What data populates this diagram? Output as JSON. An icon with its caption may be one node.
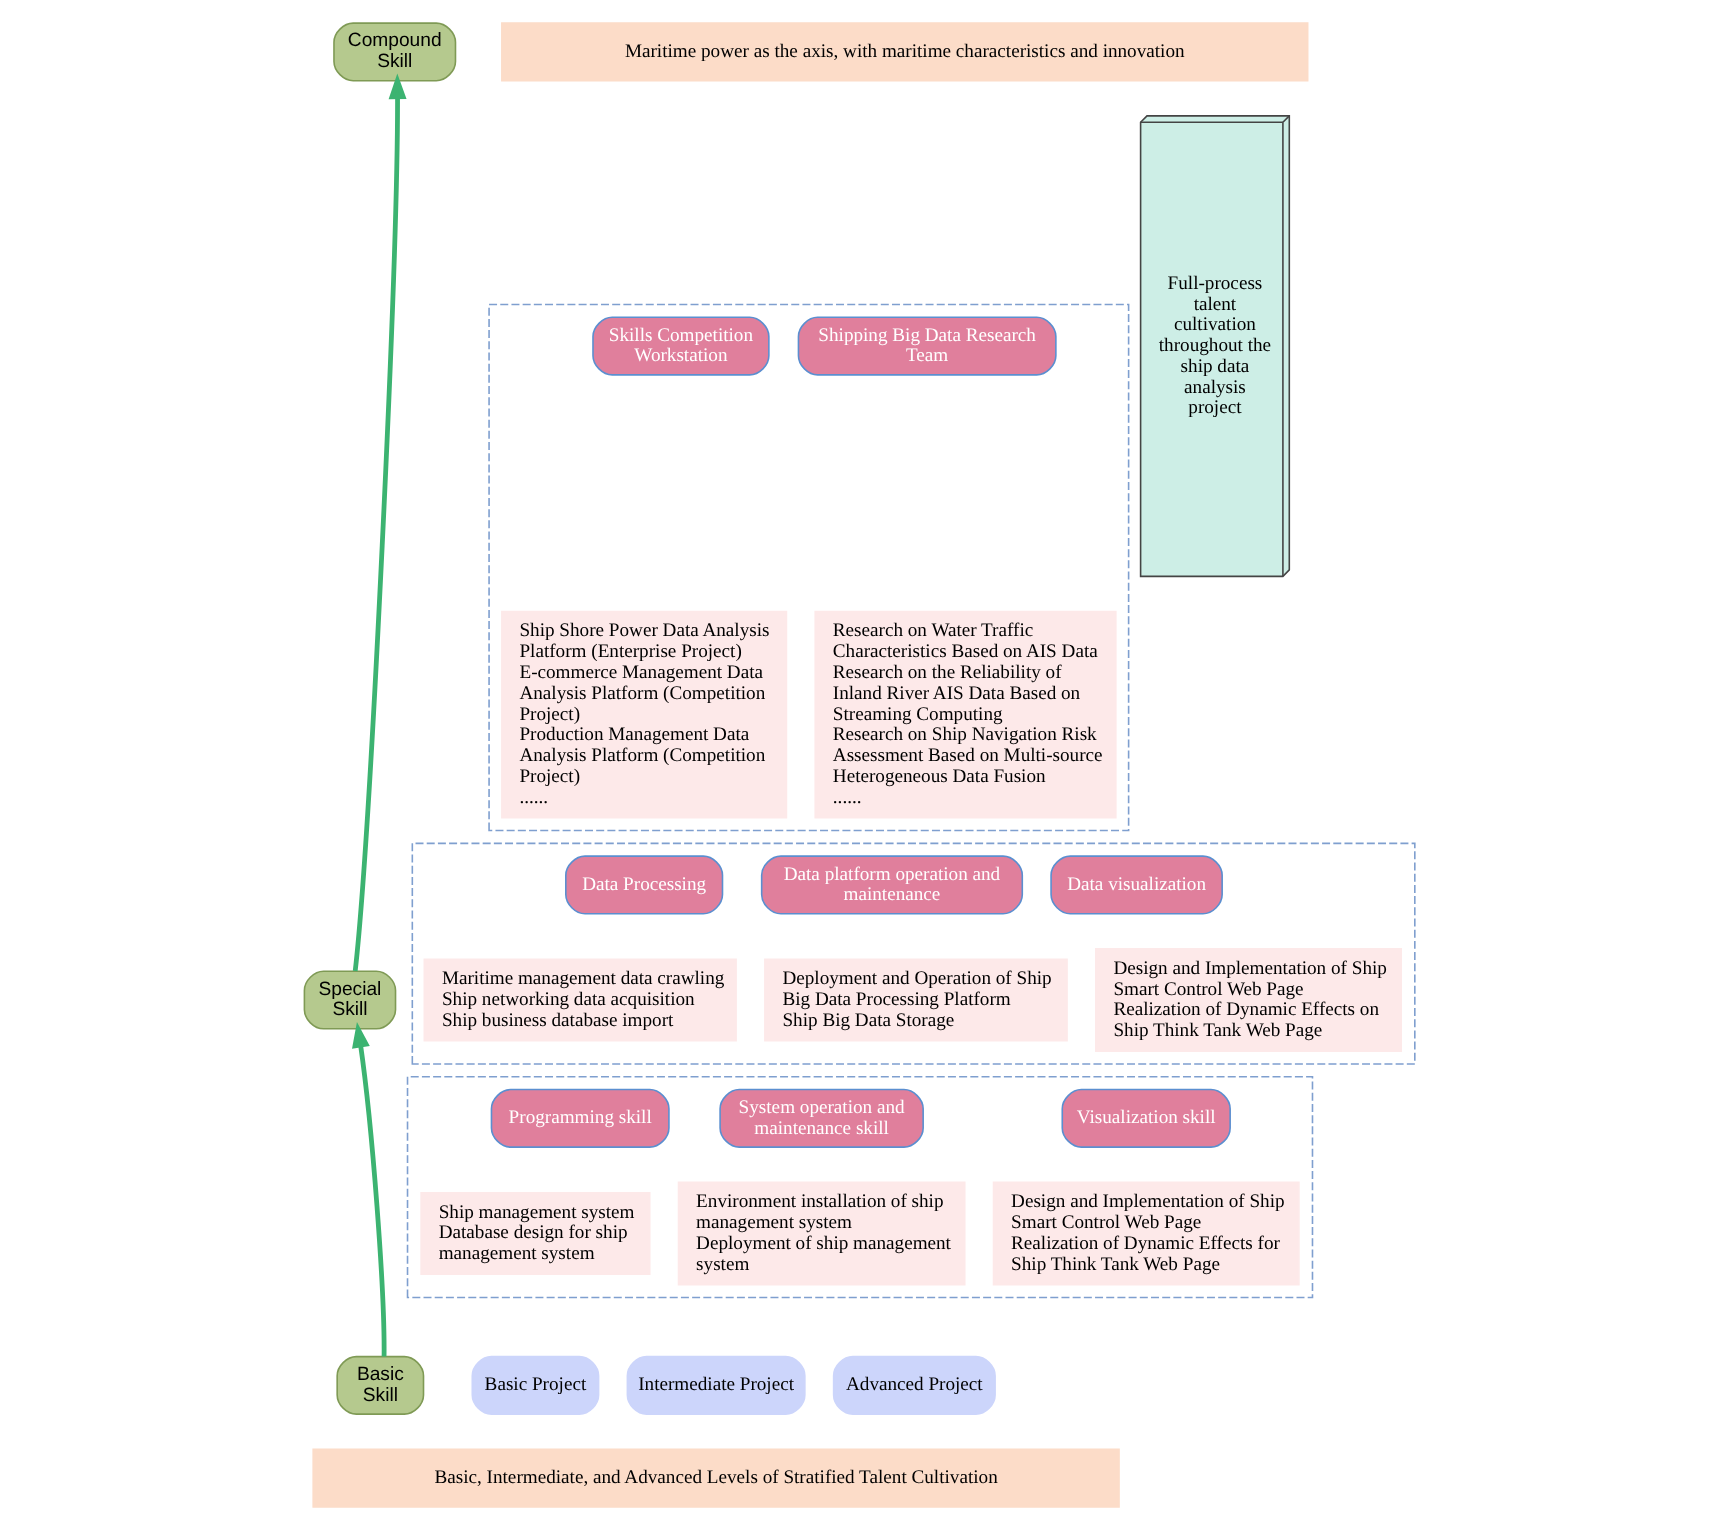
{
  "diagram": {
    "nodes": [
      {
        "text": [
          "Compound Skill"
        ]
      },
      {
        "text": [
          "Special Skill"
        ]
      },
      {
        "text": [
          "Basic Skill"
        ]
      },
      {
        "text": [
          "Maritime power as the axis, with maritime characteristics and innovation"
        ]
      },
      {
        "text": [],
        "shape": "box"
      },
      {
        "text": [
          "Skills Competition Workstation"
        ],
        "in": 4
      },
      {
        "text": [
          "Ship Shore Power Data Analysis Platform (Enterprise Project)",
          "E-commerce Management Data Analysis Platform (Competition Project)",
          "Production Management Data Analysis Platform (Competition Project)",
          "......"
        ],
        "in": 4
      },
      {
        "text": [
          "Shipping Big Data Research Team"
        ],
        "in": 4
      },
      {
        "text": [
          "Research on Water Traffic Characteristics Based on AIS Data",
          "Research on the Reliability of Inland River AIS Data Based on Streaming Computing",
          "Research on Ship Navigation Risk Assessment Based on Multi-source Heterogeneous Data Fusion",
          "......"
        ],
        "in": 4
      },
      {
        "text": [],
        "shape": "box"
      },
      {
        "text": [
          "Data Processing"
        ],
        "in": 9
      },
      {
        "text": [
          "Maritime management data crawling",
          "Ship networking data acquisition",
          "Ship business database import"
        ],
        "in": 9
      },
      {
        "text": [
          "Data platform operation and maintenance"
        ],
        "in": 9
      },
      {
        "text": [
          "Deployment and Operation of Ship Big Data Processing Platform",
          "Ship Big Data Storage"
        ],
        "in": 9
      },
      {
        "text": [
          "Data visualization"
        ],
        "in": 9
      },
      {
        "text": [
          "Design and Implementation of Ship Smart Control Web Page",
          "Realization of Dynamic Effects on Ship Think Tank Web Page"
        ],
        "in": 9
      },
      {
        "text": [],
        "shape": "box"
      },
      {
        "text": [
          "Programming skill"
        ],
        "in": 16
      },
      {
        "text": [
          "Ship management system",
          "Database design for ship management system"
        ],
        "in": 16
      },
      {
        "text": [
          "System operation and maintenance skill"
        ],
        "in": 16
      },
      {
        "text": [
          "Environment installation of ship management system",
          "Deployment of ship management system"
        ],
        "in": 16
      },
      {
        "text": [
          "Visualization skill"
        ],
        "in": 16
      },
      {
        "text": [
          "Design and Implementation of Ship Smart Control Web Page",
          "Realization of Dynamic Effects for Ship Think Tank Web Page"
        ],
        "in": 16
      },
      {
        "text": [
          "Basic Project"
        ]
      },
      {
        "text": [
          "Intermediate Project"
        ]
      },
      {
        "text": [
          "Advanced Project"
        ]
      },
      {
        "text": [
          "Basic, Intermediate, and Advanced Levels of Stratified Talent Cultivation"
        ]
      },
      {
        "text": [
          "Full-process talent cultivation throughout the ship data analysis project"
        ]
      }
    ],
    "edges": [
      {
        "from": 2,
        "to": 1,
        "arrow": "to"
      },
      {
        "from": 1,
        "to": 0,
        "arrow": "to"
      }
    ]
  }
}
